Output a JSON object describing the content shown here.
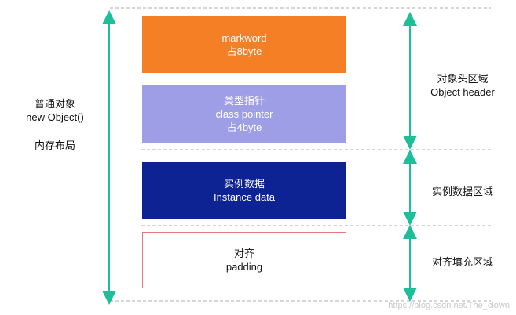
{
  "colors": {
    "markword": "#f47f24",
    "class_pointer": "#9e9ee6",
    "instance_data": "#0d2293",
    "padding_border": "#e8767a",
    "arrow": "#1dbf9a",
    "divider": "#c8c8c8"
  },
  "left_label": {
    "line1": "普通对象",
    "line2": "new Object()",
    "line3": "内存布局"
  },
  "blocks": {
    "markword": {
      "line1": "markword",
      "line2": "占8byte"
    },
    "class_pointer": {
      "line1": "类型指针",
      "line2": "class pointer",
      "line3": "占4byte"
    },
    "instance_data": {
      "line1": "实例数据",
      "line2": "Instance data"
    },
    "padding": {
      "line1": "对齐",
      "line2": "padding"
    }
  },
  "regions": {
    "header": {
      "line1": "对象头区域",
      "line2": "Object header"
    },
    "instance": {
      "line1": "实例数据区域"
    },
    "padding": {
      "line1": "对齐填充区域"
    }
  },
  "watermark": "https://blog.csdn.net/The_clown"
}
